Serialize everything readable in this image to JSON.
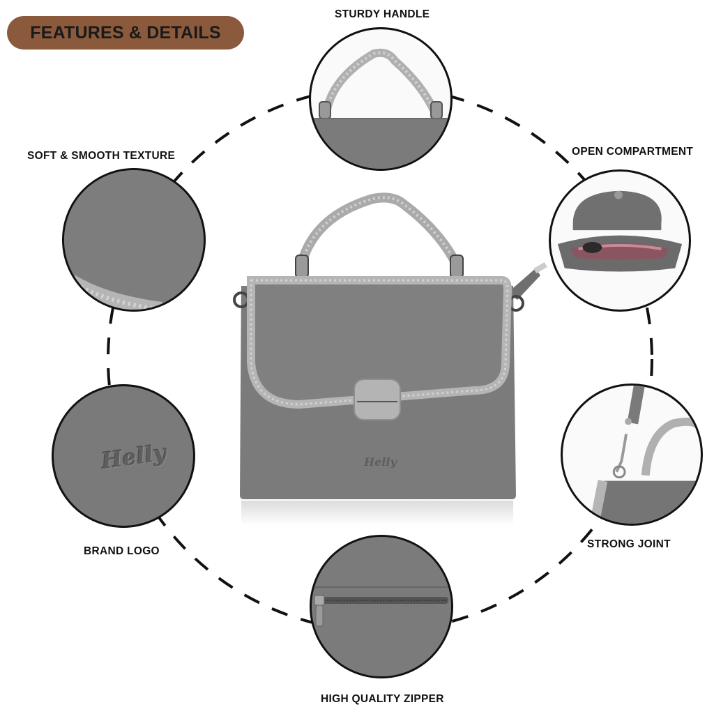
{
  "header": {
    "title": "FEATURES & DETAILS"
  },
  "features": [
    {
      "label": "STURDY HANDLE"
    },
    {
      "label": "SOFT & SMOOTH TEXTURE"
    },
    {
      "label": "OPEN COMPARTMENT"
    },
    {
      "label": "BRAND LOGO"
    },
    {
      "label": "STRONG JOINT"
    },
    {
      "label": "HIGH QUALITY ZIPPER"
    }
  ],
  "brand": {
    "logo_text": "Helly"
  },
  "colors": {
    "badge": "#8b5a3c",
    "bag": "#7b7b7b",
    "trim": "#b8b8b8",
    "outline": "#111111"
  }
}
